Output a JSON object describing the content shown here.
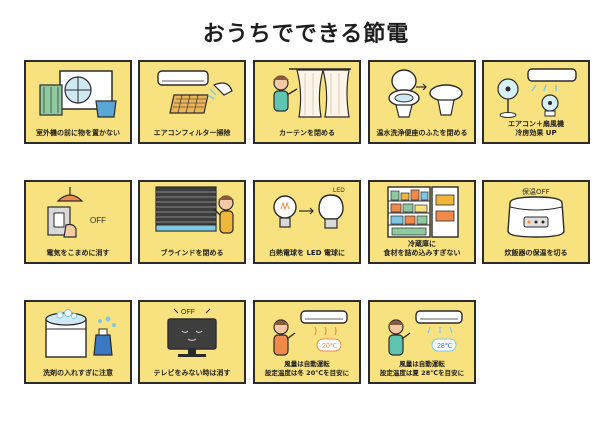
{
  "title": "おうちでできる節電",
  "colors": {
    "card_bg": "#f8e27f",
    "border": "#2b2b2b",
    "accent_blue": "#7ec8e3",
    "accent_orange": "#ef8a4a"
  },
  "cards": [
    {
      "caption": "室外機の前に物を置かない",
      "icon": "outdoor-unit-icon"
    },
    {
      "caption": "エアコンフィルター掃除",
      "icon": "ac-filter-icon"
    },
    {
      "caption": "カーテンを閉める",
      "icon": "curtain-icon"
    },
    {
      "caption": "温水洗浄便座のふたを閉める",
      "icon": "toilet-lid-icon"
    },
    {
      "caption": "エアコン＋扇風機\n冷房効果 UP",
      "icon": "fan-icon"
    },
    {
      "caption": "電気をこまめに消す",
      "icon": "light-switch-icon",
      "badge": "OFF"
    },
    {
      "caption": "ブラインドを閉める",
      "icon": "blind-icon"
    },
    {
      "caption": "白熱電球を LED 電球に",
      "icon": "bulb-icon",
      "badge": "LED"
    },
    {
      "caption": "冷蔵庫に\n食材を詰め込みすぎない",
      "icon": "fridge-icon"
    },
    {
      "caption": "炊飯器の保温を切る",
      "icon": "rice-cooker-icon",
      "badge": "保温OFF"
    },
    {
      "caption": "洗剤の入れすぎに注意",
      "icon": "washing-machine-icon"
    },
    {
      "caption": "テレビをみない時は消す",
      "icon": "tv-icon",
      "badge": "OFF"
    },
    {
      "caption": "風量は自動運転\n設定温度は冬 20℃を目安に",
      "icon": "ac-winter-icon",
      "badge": "20℃"
    },
    {
      "caption": "風量は自動運転\n設定温度は夏 28℃を目安に",
      "icon": "ac-summer-icon",
      "badge": "28℃"
    }
  ]
}
